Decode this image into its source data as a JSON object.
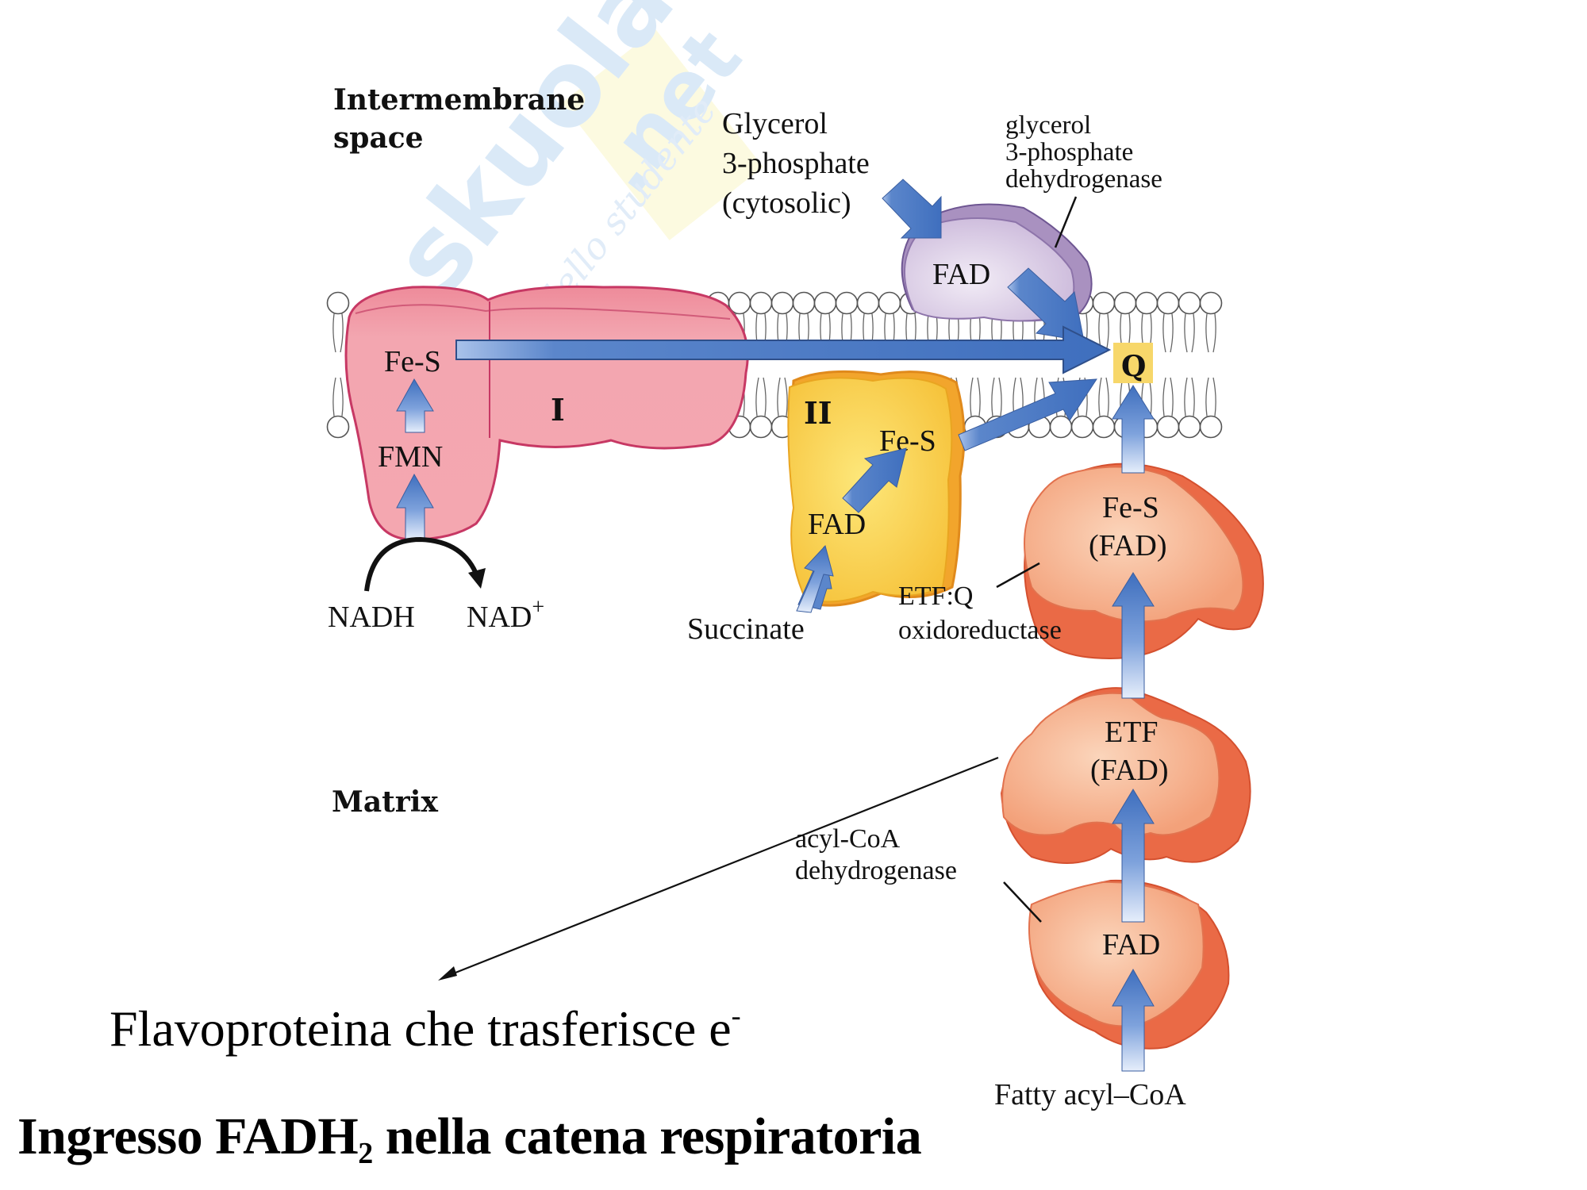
{
  "watermark": {
    "brand": "skuola",
    "tld": ".net",
    "tagline": "dello studente",
    "colors": {
      "brand": "#bcd8f2",
      "tld_box": "#fbf6c8"
    }
  },
  "regions": {
    "intermembrane_line1": "Intermembrane",
    "intermembrane_line2": "space",
    "matrix": "Matrix"
  },
  "complex_I": {
    "name": "I",
    "cofactors": [
      "Fe-S",
      "FMN"
    ],
    "substrate": "NADH",
    "product": "NAD",
    "product_charge": "+",
    "color": "#f2a0aa"
  },
  "complex_II": {
    "name": "II",
    "cofactors": [
      "Fe-S",
      "FAD"
    ],
    "substrate": "Succinate",
    "color": "#f9cf45"
  },
  "glycerol_pathway": {
    "substrate_lines": [
      "Glycerol",
      "3-phosphate",
      "(cytosolic)"
    ],
    "enzyme_lines": [
      "glycerol",
      "3-phosphate",
      "dehydrogenase"
    ],
    "cofactor": "FAD",
    "color": "#dcd0e6"
  },
  "ubiquinone": {
    "label": "Q",
    "color": "#f7d76a"
  },
  "etf_q_oxidoreductase": {
    "cofactor_lines": [
      "Fe-S",
      "(FAD)"
    ],
    "label_lines": [
      "ETF:Q",
      "oxidoreductase"
    ],
    "color": "#f7b08a"
  },
  "etf": {
    "cofactor_lines": [
      "ETF",
      "(FAD)"
    ],
    "color": "#f7b08a"
  },
  "acyl_coa_dehydrogenase": {
    "label_lines": [
      "acyl-CoA",
      "dehydrogenase"
    ],
    "cofactor": "FAD",
    "substrate": "Fatty acyl–CoA",
    "color": "#f7b88e"
  },
  "arrow_color": "#4f7fc7",
  "captions": {
    "flavoprotein_text": "Flavoproteina che trasferisce e",
    "flavoprotein_sup": "-",
    "title_prefix": "Ingresso FADH",
    "title_sub": "2",
    "title_suffix": " nella catena respiratoria"
  }
}
